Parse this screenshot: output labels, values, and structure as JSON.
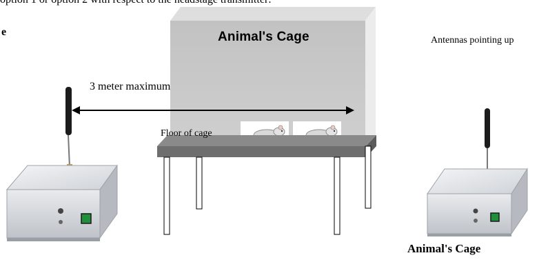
{
  "header": {
    "caption": "option 1 or option 2 with respect to the headstage transmitter:",
    "option_letter": "e"
  },
  "cage": {
    "title": "Animal's Cage",
    "floor_label": "Floor of cage"
  },
  "annotations": {
    "antennas": "Antennas pointing up",
    "distance": "3 meter maximum"
  },
  "footer": {
    "cage_title": "Animal's Cage"
  },
  "colors": {
    "cage_front": "#c9c9c9",
    "cage_side": "#e4e4e4",
    "cage_top": "#dcdcdc",
    "table_top": "#7a7a7a",
    "table_edge": "#5a5a5a",
    "receiver_body": "#d8dbe0",
    "power_led": "#1f8f3a"
  },
  "icons": [
    "rat-icon",
    "antenna-icon",
    "receiver-box-icon",
    "double-arrow-icon"
  ]
}
